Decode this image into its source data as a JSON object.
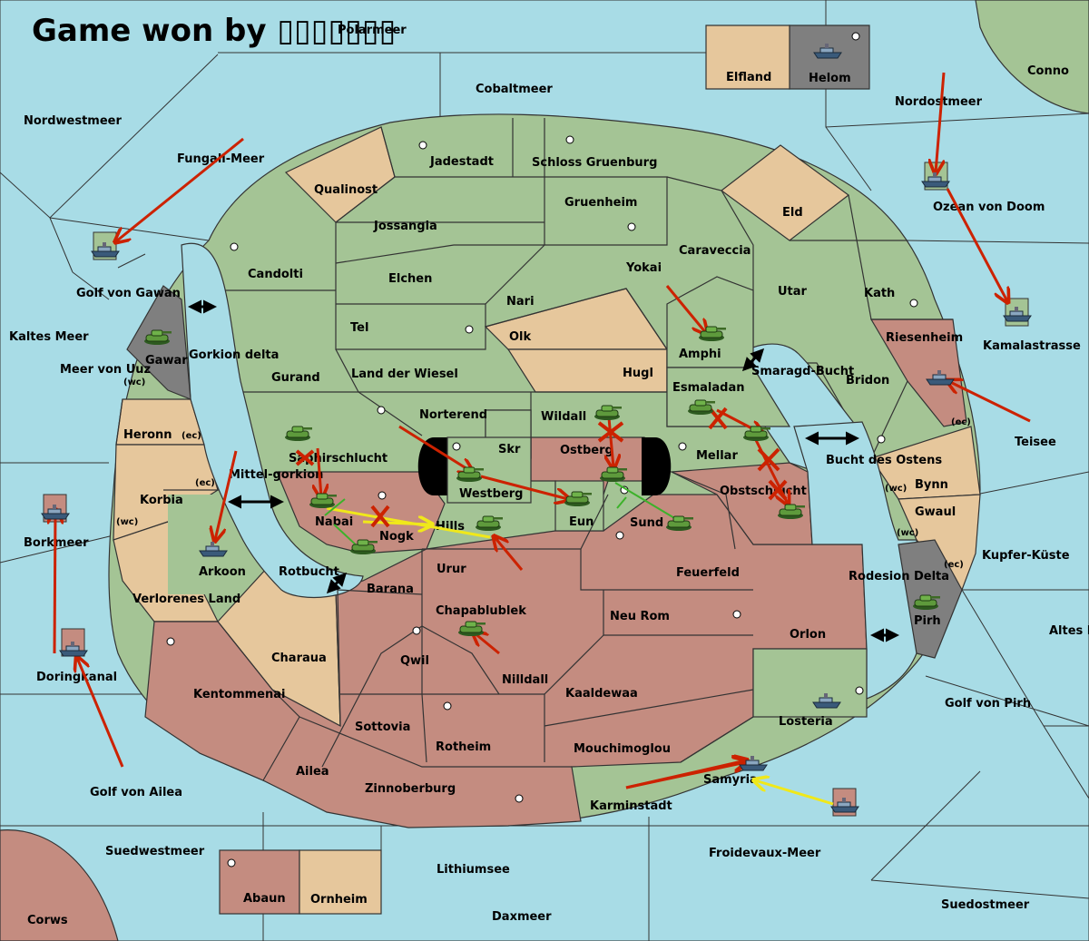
{
  "header": {
    "title": "Game won by ▯▯▯▯▯▯▯"
  },
  "colors": {
    "sea": "#a8dce6",
    "green": "#a4c495",
    "tan": "#e6c79c",
    "red": "#c48c80",
    "gray": "#7f7f7f",
    "border": "#333333",
    "arrow": "#cc2200",
    "support": "#f0e81a",
    "hold": "#3cb22a"
  },
  "labels": {
    "polarmeer": "Polarmeer",
    "elfland": "Elfland",
    "helom": "Helom",
    "conno": "Conno",
    "cobaltmeer": "Cobaltmeer",
    "nordwestmeer": "Nordwestmeer",
    "nordostmeer": "Nordostmeer",
    "fungali": "Fungali-Meer",
    "ozean": "Ozean von Doom",
    "jadestadt": "Jadestadt",
    "schloss": "Schloss Gruenburg",
    "qualinost": "Qualinost",
    "gruenheim": "Gruenheim",
    "eld": "Eld",
    "jossangia": "Jossangia",
    "caraveccia": "Caraveccia",
    "candolti": "Candolti",
    "elchen": "Elchen",
    "yokai": "Yokai",
    "utar": "Utar",
    "kath": "Kath",
    "kamalastrasse": "Kamalastrasse",
    "golf_gawan": "Golf von Gawan",
    "nari": "Nari",
    "tel": "Tel",
    "olk": "Olk",
    "amphi": "Amphi",
    "riesenheim": "Riesenheim",
    "kaltes": "Kaltes Meer",
    "gawar": "Gawar",
    "gorkion_delta": "Gorkion delta",
    "meer_uuz": "Meer von Uuz",
    "gurand": "Gurand",
    "land_wiesel": "Land der Wiesel",
    "hugl": "Hugl",
    "smaragd": "Smaragd-Bucht",
    "bridon": "Bridon",
    "esmaladan": "Esmaladan",
    "norterend": "Norterend",
    "wildall": "Wildall",
    "heronn": "Heronn",
    "teisee": "Teisee",
    "skr": "Skr",
    "ostberg": "Ostberg",
    "mellar": "Mellar",
    "saphirschlucht": "Saphirschlucht",
    "mittelgorkion": "Mittel-gorkion",
    "westberg": "Westberg",
    "bucht_ostens": "Bucht des Ostens",
    "bynn": "Bynn",
    "korbia": "Korbia",
    "obstschlucht": "Obstschlucht",
    "nabai": "Nabai",
    "eun": "Eun",
    "sund": "Sund",
    "gwaul": "Gwaul",
    "hills": "Hills",
    "borkmeer": "Borkmeer",
    "nogk": "Nogk",
    "kupfer": "Kupfer-Küste",
    "arkoon": "Arkoon",
    "rotbucht": "Rotbucht",
    "urur": "Urur",
    "feuerfeld": "Feuerfeld",
    "rodesion": "Rodesion Delta",
    "barana": "Barana",
    "verlorenes": "Verlorenes Land",
    "chapablublek": "Chapablublek",
    "neurom": "Neu Rom",
    "pirh": "Pirh",
    "altes": "Altes Meer",
    "orlon": "Orlon",
    "charaua": "Charaua",
    "qwil": "Qwil",
    "doringkanal": "Doringkanal",
    "nilldall": "Nilldall",
    "kaaldewaa": "Kaaldewaa",
    "kentommenai": "Kentommenai",
    "golf_pirh": "Golf von Pirh",
    "losteria": "Losteria",
    "sottovia": "Sottovia",
    "rotheim": "Rotheim",
    "mouchimoglou": "Mouchimoglou",
    "ailea": "Ailea",
    "samyria": "Samyria",
    "golf_ailea": "Golf von Ailea",
    "zinnoberburg": "Zinnoberburg",
    "karminstadt": "Karminstadt",
    "suedwestmeer": "Suedwestmeer",
    "froidevaux": "Froidevaux-Meer",
    "lithiumsee": "Lithiumsee",
    "abaun": "Abaun",
    "ornheim": "Ornheim",
    "suedostmeer": "Suedostmeer",
    "daxmeer": "Daxmeer",
    "corws": "Corws",
    "wc": "(wc)",
    "ec": "(ec)"
  }
}
